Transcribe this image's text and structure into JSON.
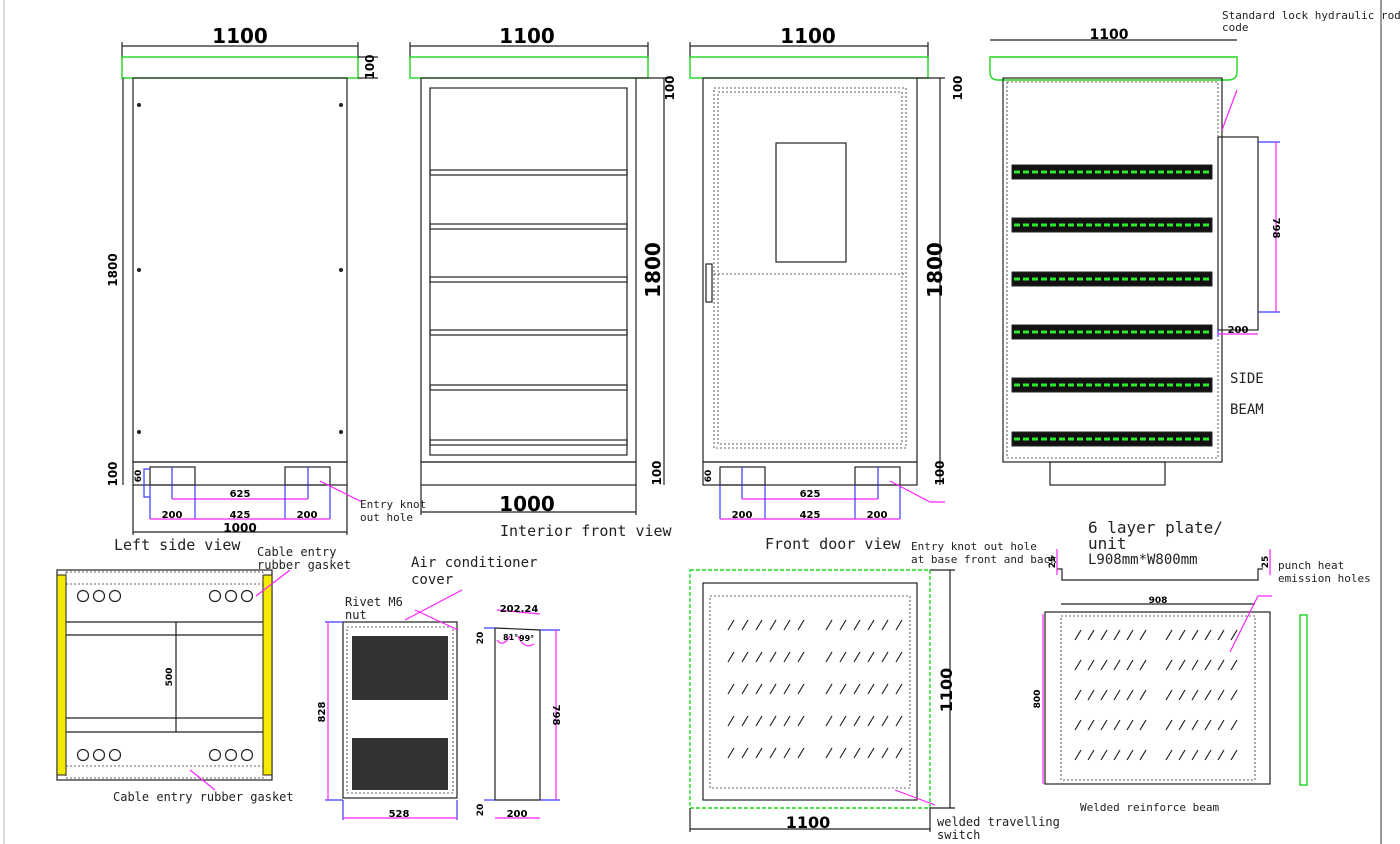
{
  "views": {
    "left_side": {
      "title": "Left side view",
      "width": "1100",
      "roof": "100",
      "height": "1800",
      "base": "100",
      "base_h": "60",
      "span": "625",
      "left": "200",
      "mid": "425",
      "right": "200",
      "depth": "1000",
      "note_line1": "Entry knot",
      "note_line2": "out hole"
    },
    "interior": {
      "title": "Interior front view",
      "width": "1100",
      "roof": "100",
      "height": "1800",
      "base": "100",
      "depth": "1000"
    },
    "front_door": {
      "title": "Front door view",
      "width": "1100",
      "roof": "100",
      "height": "1800",
      "base": "100",
      "base_h": "60",
      "span": "625",
      "left": "200",
      "mid": "425",
      "right": "200"
    },
    "rear": {
      "width": "1100",
      "note_line1": "Standard lock hydraulic rod",
      "note_line2": "code",
      "box_h": "798",
      "box_w": "200",
      "side": "SIDE",
      "beam": "BEAM"
    },
    "cable": {
      "top_label1": "Cable entry",
      "top_label2": "rubber gasket",
      "bottom_label": "Cable entry rubber gasket",
      "gap": "500"
    },
    "ac_cover": {
      "title1": "Air conditioner",
      "title2": "cover",
      "rivet1": "Rivet M6",
      "rivet2": "nut",
      "height": "828",
      "width": "528",
      "top": "202.24",
      "side_h": "798",
      "side_w": "200",
      "top_off": "20",
      "bottom_off": "20",
      "angle1": "81°",
      "angle2": "99°"
    },
    "base_plan": {
      "note1": "Entry knot out hole",
      "note2": "at base front and back",
      "side": "1100",
      "width": "1100",
      "switch1": "welded travelling",
      "switch2": "switch"
    },
    "plate": {
      "title1": "6 layer plate/",
      "title2": "unit",
      "title3": "L908mm*W800mm",
      "lip_l": "25",
      "lip_r": "25",
      "holes1": "punch heat",
      "holes2": "emission holes",
      "length": "908",
      "width": "800",
      "beam": "Welded reinforce beam"
    }
  }
}
